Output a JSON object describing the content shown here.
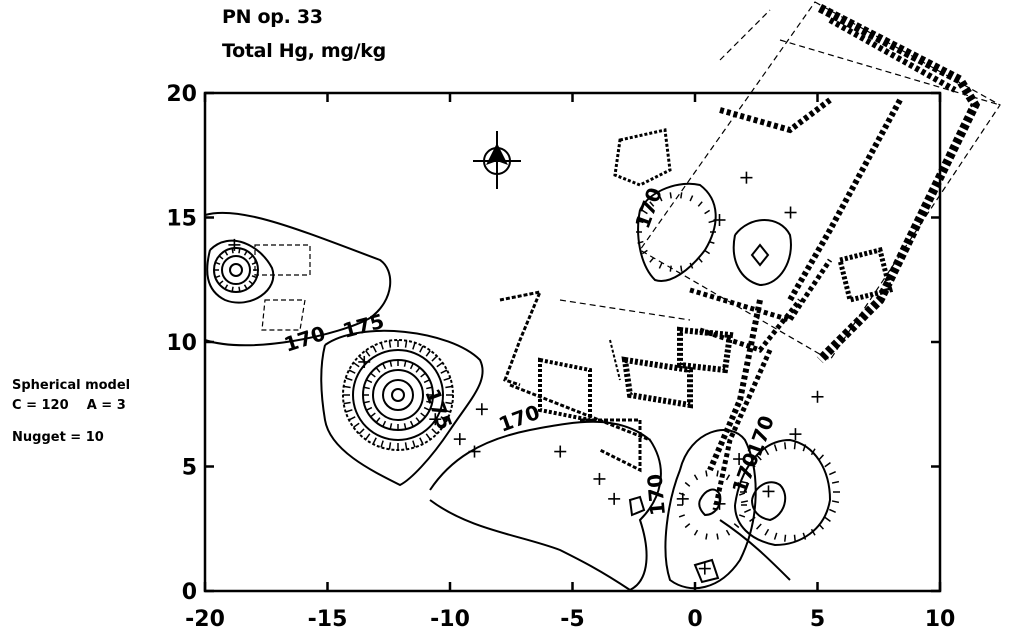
{
  "title": {
    "line1": "PN op. 33",
    "line2": "Total Hg, mg/kg"
  },
  "model": {
    "name": "Spherical model",
    "params": "C = 120    A = 3",
    "nugget": "Nugget = 10"
  },
  "axes": {
    "x_ticks": [
      "-20",
      "-15",
      "-10",
      "-5",
      "0",
      "5",
      "10"
    ],
    "y_ticks": [
      "0",
      "5",
      "10",
      "15",
      "20"
    ],
    "xlim": [
      -20,
      10
    ],
    "ylim": [
      0,
      20
    ]
  },
  "contour_labels": [
    "170",
    "175",
    "175",
    "170",
    "170",
    "170",
    "170",
    "170"
  ],
  "icons": {
    "north_marker": "north-arrow-icon"
  },
  "sample_points": [
    [
      -18.8,
      13.9
    ],
    [
      -13.5,
      9.2
    ],
    [
      -10.6,
      6.9
    ],
    [
      -9.6,
      6.1
    ],
    [
      -9.0,
      5.6
    ],
    [
      -8.7,
      7.3
    ],
    [
      -5.5,
      5.6
    ],
    [
      -3.9,
      4.5
    ],
    [
      -3.3,
      3.7
    ],
    [
      -0.5,
      3.7
    ],
    [
      0.4,
      0.9
    ],
    [
      1.0,
      3.5
    ],
    [
      1.8,
      5.3
    ],
    [
      3.0,
      4.0
    ],
    [
      4.1,
      6.3
    ],
    [
      5.0,
      7.8
    ],
    [
      3.9,
      15.2
    ],
    [
      1.0,
      14.9
    ],
    [
      2.1,
      16.6
    ]
  ]
}
